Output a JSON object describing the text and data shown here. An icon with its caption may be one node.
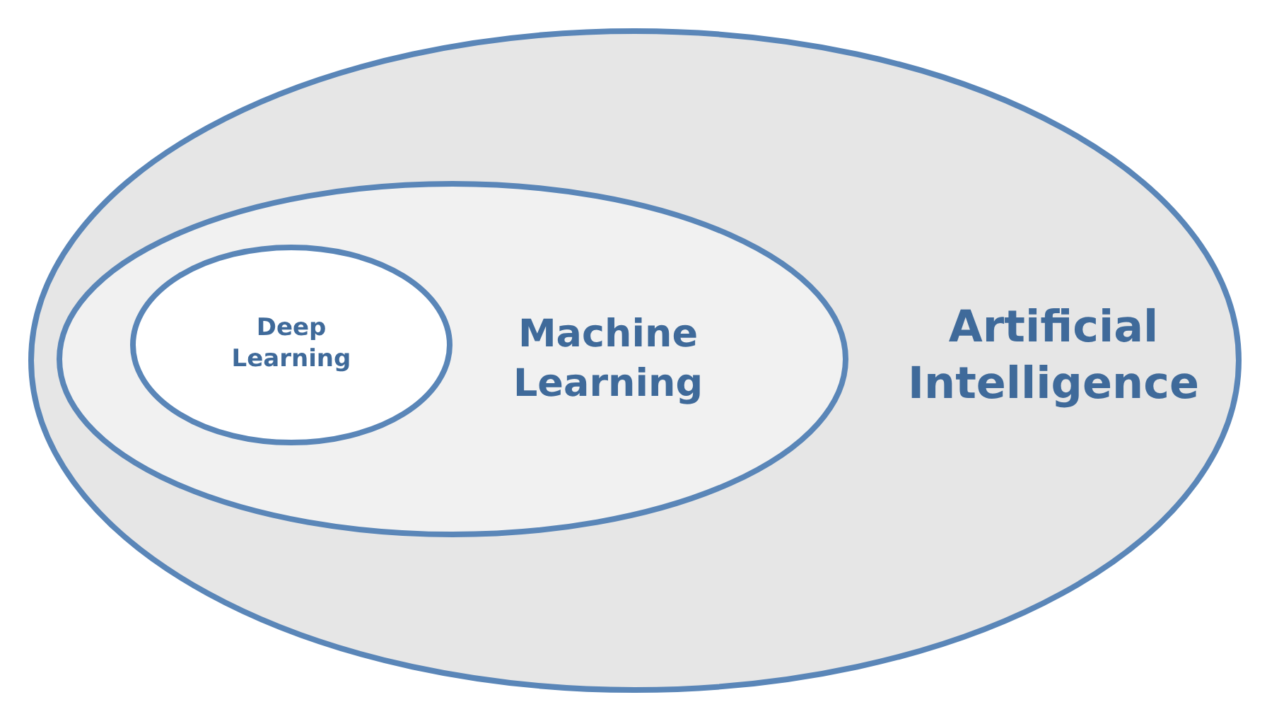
{
  "diagram": {
    "nodes": [
      {
        "text": [
          "Artificial Intelligence"
        ]
      },
      {
        "text": [
          "Machine Learning"
        ],
        "in": 0
      },
      {
        "text": [
          "Deep Learning"
        ],
        "in": 1
      }
    ],
    "edges": []
  }
}
